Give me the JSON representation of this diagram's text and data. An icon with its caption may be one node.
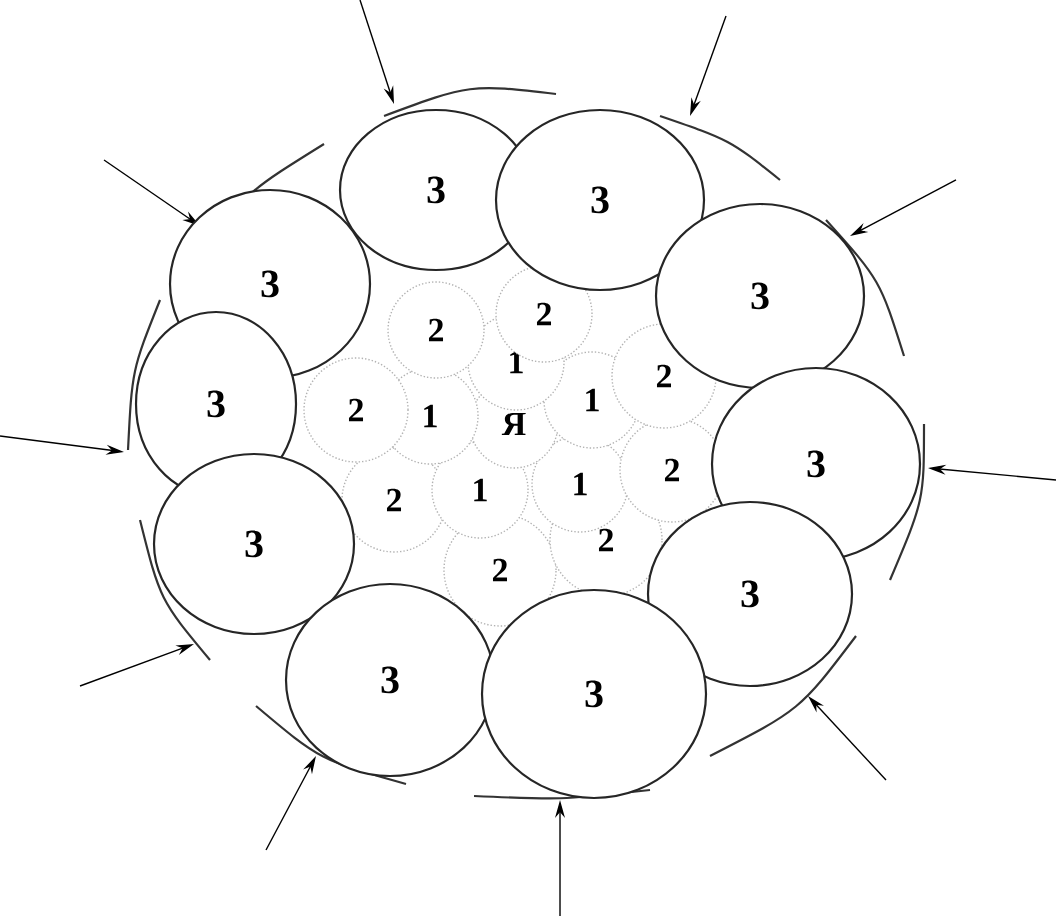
{
  "diagram": {
    "nodes": [
      {
        "text": [
          "3"
        ]
      },
      {
        "text": [
          "3"
        ]
      },
      {
        "text": [
          "3"
        ]
      },
      {
        "text": [
          "3"
        ]
      },
      {
        "text": [
          "2"
        ]
      },
      {
        "text": [
          "2"
        ]
      },
      {
        "text": [
          "1"
        ]
      },
      {
        "text": [
          "2"
        ]
      },
      {
        "text": [
          "1"
        ]
      },
      {
        "text": [
          "1"
        ]
      },
      {
        "text": [
          "Я"
        ]
      },
      {
        "text": [
          "2"
        ]
      },
      {
        "text": [
          "3"
        ]
      },
      {
        "text": [
          "2"
        ]
      },
      {
        "text": [
          "3"
        ]
      },
      {
        "text": [
          "1"
        ]
      },
      {
        "text": [
          "1"
        ]
      },
      {
        "text": [
          "2"
        ]
      },
      {
        "text": [
          "3"
        ]
      },
      {
        "text": [
          "2"
        ]
      },
      {
        "text": [
          "2"
        ]
      },
      {
        "text": [
          "3"
        ]
      },
      {
        "text": [
          "3"
        ]
      },
      {
        "text": [
          "3"
        ]
      }
    ]
  }
}
